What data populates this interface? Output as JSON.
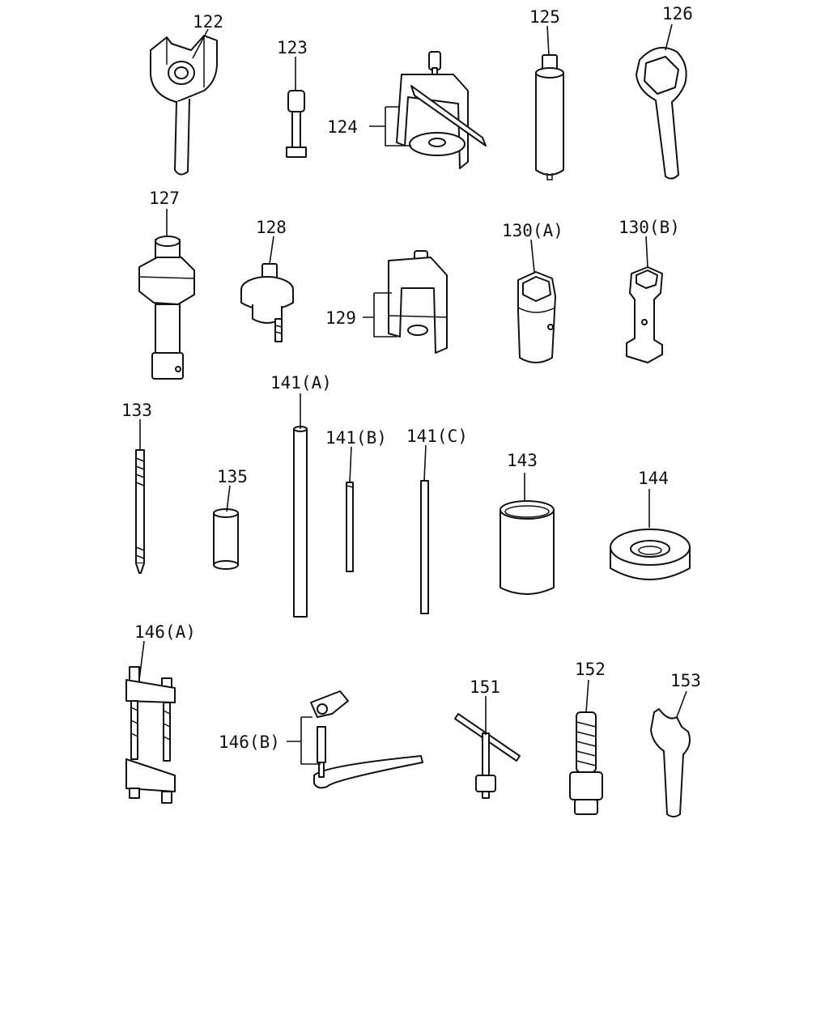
{
  "labels": {
    "p122": "122",
    "p123": "123",
    "p124": "124",
    "p125": "125",
    "p126": "126",
    "p127": "127",
    "p128": "128",
    "p129": "129",
    "p130a": "130(A)",
    "p130b": "130(B)",
    "p133": "133",
    "p135": "135",
    "p141a": "141(A)",
    "p141b": "141(B)",
    "p141c": "141(C)",
    "p143": "143",
    "p144": "144",
    "p146a": "146(A)",
    "p146b": "146(B)",
    "p151": "151",
    "p152": "152",
    "p153": "153"
  }
}
